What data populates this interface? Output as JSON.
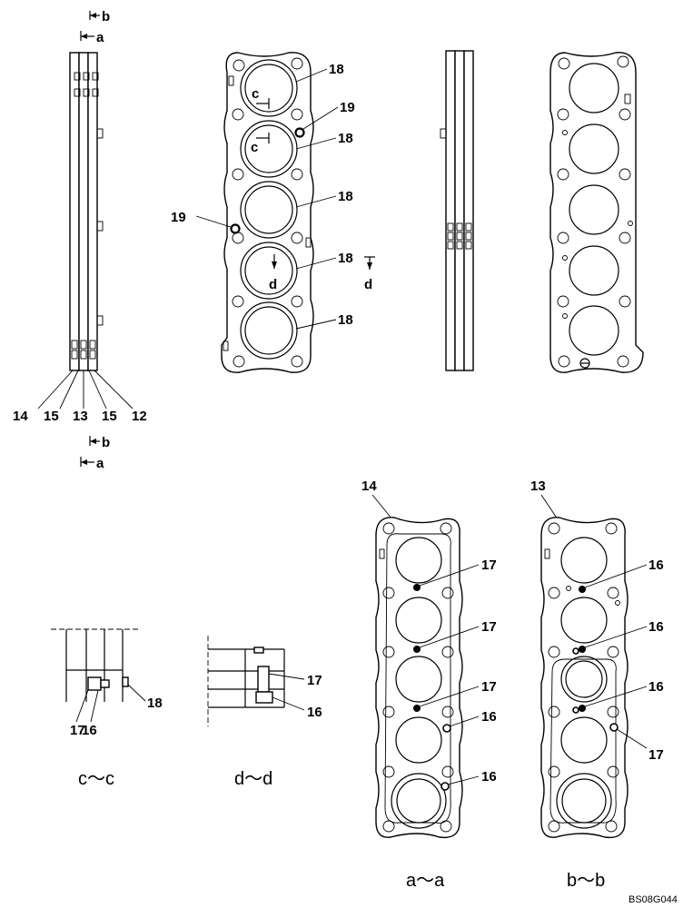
{
  "drawing": {
    "code": "BS08G044",
    "colors": {
      "ink": "#000000",
      "paper": "#ffffff"
    }
  },
  "side_view": {
    "arrows_top": [
      "b",
      "a"
    ],
    "arrows_bottom": [
      "b",
      "a"
    ],
    "layer_labels": [
      "14",
      "15",
      "13",
      "15",
      "12"
    ]
  },
  "front_view": {
    "callouts": [
      "18",
      "19",
      "18",
      "18",
      "18",
      "18",
      "19"
    ],
    "section_marks": {
      "c1": "c",
      "c2": "c",
      "d": "d",
      "d_outside": "d"
    }
  },
  "section_titles": {
    "cc": "c～c",
    "dd": "d～d",
    "aa": "a～a",
    "bb": "b～b"
  },
  "detail_cc": {
    "labels": [
      "17",
      "16",
      "18"
    ]
  },
  "detail_dd": {
    "labels": [
      "17",
      "16"
    ]
  },
  "view_aa": {
    "plate_label": "14",
    "callouts": [
      "17",
      "17",
      "17",
      "16",
      "16"
    ]
  },
  "view_bb": {
    "plate_label": "13",
    "callouts": [
      "16",
      "16",
      "16",
      "17"
    ]
  }
}
